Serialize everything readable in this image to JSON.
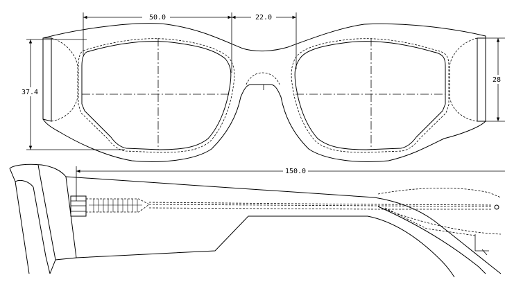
{
  "dimensions": {
    "lens_width": "50.0",
    "bridge_width": "22.0",
    "lens_height": "37.4",
    "temple_end_height": "28",
    "temple_length": "150.0"
  },
  "colors": {
    "line": "#000000",
    "background": "#ffffff"
  }
}
